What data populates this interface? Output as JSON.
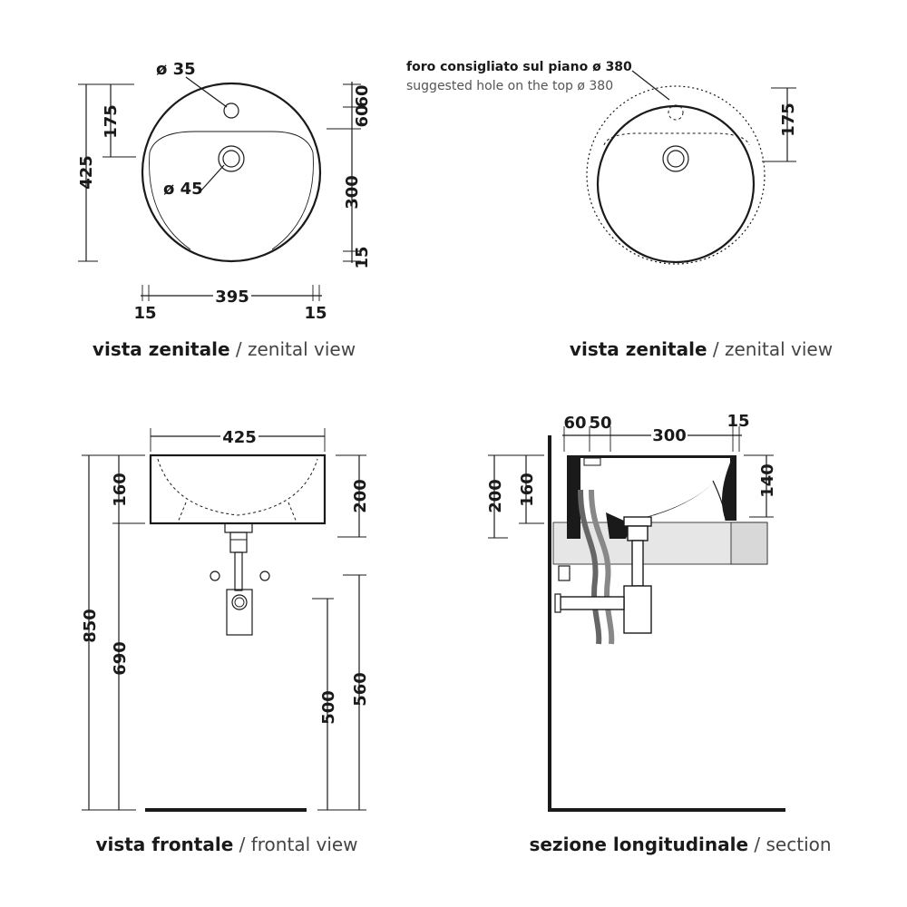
{
  "views": {
    "top_left": {
      "caption_bold": "vista zenitale",
      "caption_sep": " / ",
      "caption_light": "zenital view",
      "dims": {
        "d_small": "ø 35",
        "d_large": "ø 45",
        "h_175": "175",
        "h_425": "425",
        "r_60a": "60",
        "r_60b": "60",
        "r_300": "300",
        "r_15": "15",
        "w_395": "395",
        "w_15_left": "15",
        "w_15_right": "15"
      }
    },
    "top_right": {
      "caption_bold": "vista zenitale",
      "caption_sep": " / ",
      "caption_light": "zenital view",
      "note_it": "foro consigliato sul piano ø 380",
      "note_en": "suggested hole on the top ø 380",
      "dims": {
        "r_175": "175"
      }
    },
    "bottom_left": {
      "caption_bold": "vista frontale",
      "caption_sep": " / ",
      "caption_light": "frontal view",
      "dims": {
        "w_425": "425",
        "h_160": "160",
        "h_200": "200",
        "h_850": "850",
        "h_690": "690",
        "h_500": "500",
        "h_560": "560"
      }
    },
    "bottom_right": {
      "caption_bold": "sezione longitudinale",
      "caption_sep": " / ",
      "caption_light": "section",
      "dims": {
        "t_60": "60",
        "t_50": "50",
        "t_300": "300",
        "t_15": "15",
        "h_200": "200",
        "h_160": "160",
        "h_140": "140"
      }
    }
  }
}
